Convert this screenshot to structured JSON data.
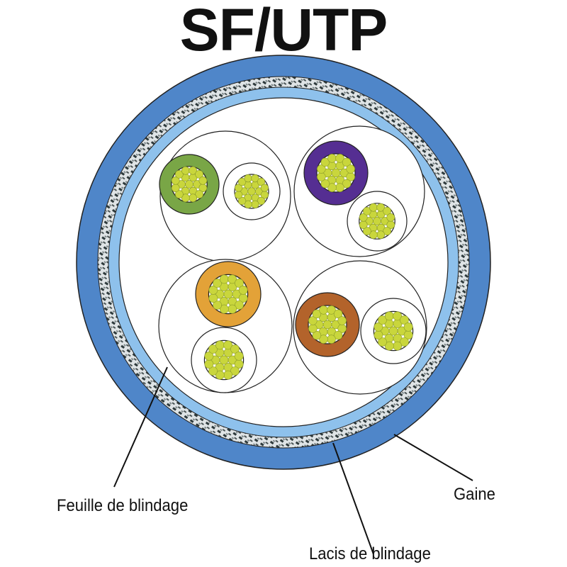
{
  "title": "SF/UTP",
  "labels": {
    "foil_shield": "Feuille de blindage",
    "jacket": "Gaine",
    "braid_shield": "Lacis de blindage"
  },
  "colors": {
    "jacket": "#4f86c9",
    "foil": "#8ec1ec",
    "braid_light": "#dfe4e6",
    "braid_dark": "#2e3a3c",
    "conductor": "#c9d63c",
    "outline": "#222222"
  },
  "pairs": [
    {
      "name": "green-pair",
      "color": "#79a646"
    },
    {
      "name": "violet-pair",
      "color": "#552e92"
    },
    {
      "name": "orange-pair",
      "color": "#e3a238"
    },
    {
      "name": "brown-pair",
      "color": "#b3632b"
    }
  ]
}
